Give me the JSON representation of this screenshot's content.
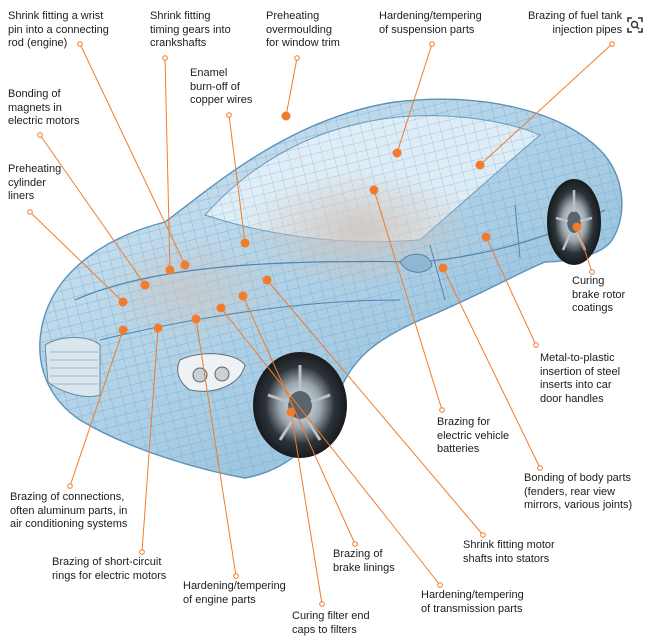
{
  "colors": {
    "accent": "#ef7d2d",
    "wireframe": "#5b9bc6",
    "text": "#1c1c1c"
  },
  "icons": {
    "corner": "image-search-icon"
  },
  "labels": [
    {
      "id": "shrink-fitting-wrist-pin",
      "text": "Shrink fitting a wrist\npin into a connecting\nrod (engine)"
    },
    {
      "id": "shrink-fitting-timing-gears",
      "text": "Shrink fitting\ntiming gears into\ncrankshafts"
    },
    {
      "id": "preheating-overmoulding",
      "text": "Preheating\novermoulding\nfor window trim"
    },
    {
      "id": "hardening-suspension",
      "text": "Hardening/tempering\nof suspension parts"
    },
    {
      "id": "brazing-fuel-tank",
      "text": "Brazing of fuel tank\ninjection pipes"
    },
    {
      "id": "enamel-burn-off",
      "text": "Enamel\nburn-off of\ncopper wires"
    },
    {
      "id": "bonding-magnets",
      "text": "Bonding of\nmagnets in\nelectric motors"
    },
    {
      "id": "preheating-cylinder-liners",
      "text": "Preheating\ncylinder\nliners"
    },
    {
      "id": "curing-brake-rotor",
      "text": "Curing\nbrake rotor\ncoatings"
    },
    {
      "id": "metal-to-plastic",
      "text": "Metal-to-plastic\ninsertion of steel\ninserts into car\ndoor handles"
    },
    {
      "id": "brazing-ev-batteries",
      "text": "Brazing for\nelectric vehicle\nbatteries"
    },
    {
      "id": "bonding-body-parts",
      "text": "Bonding of body parts\n(fenders, rear view\nmirrors, various joints)"
    },
    {
      "id": "brazing-connections",
      "text": "Brazing of connections,\noften aluminum parts, in\nair conditioning systems"
    },
    {
      "id": "brazing-short-circuit",
      "text": "Brazing of short-circuit\nrings for electric motors"
    },
    {
      "id": "hardening-engine",
      "text": "Hardening/tempering\nof engine parts"
    },
    {
      "id": "curing-filter",
      "text": "Curing filter end\ncaps to filters"
    },
    {
      "id": "brazing-brake-linings",
      "text": "Brazing of\nbrake linings"
    },
    {
      "id": "hardening-transmission",
      "text": "Hardening/tempering\nof transmission parts"
    },
    {
      "id": "shrink-fitting-motor",
      "text": "Shrink fitting motor\nshafts into stators"
    }
  ]
}
